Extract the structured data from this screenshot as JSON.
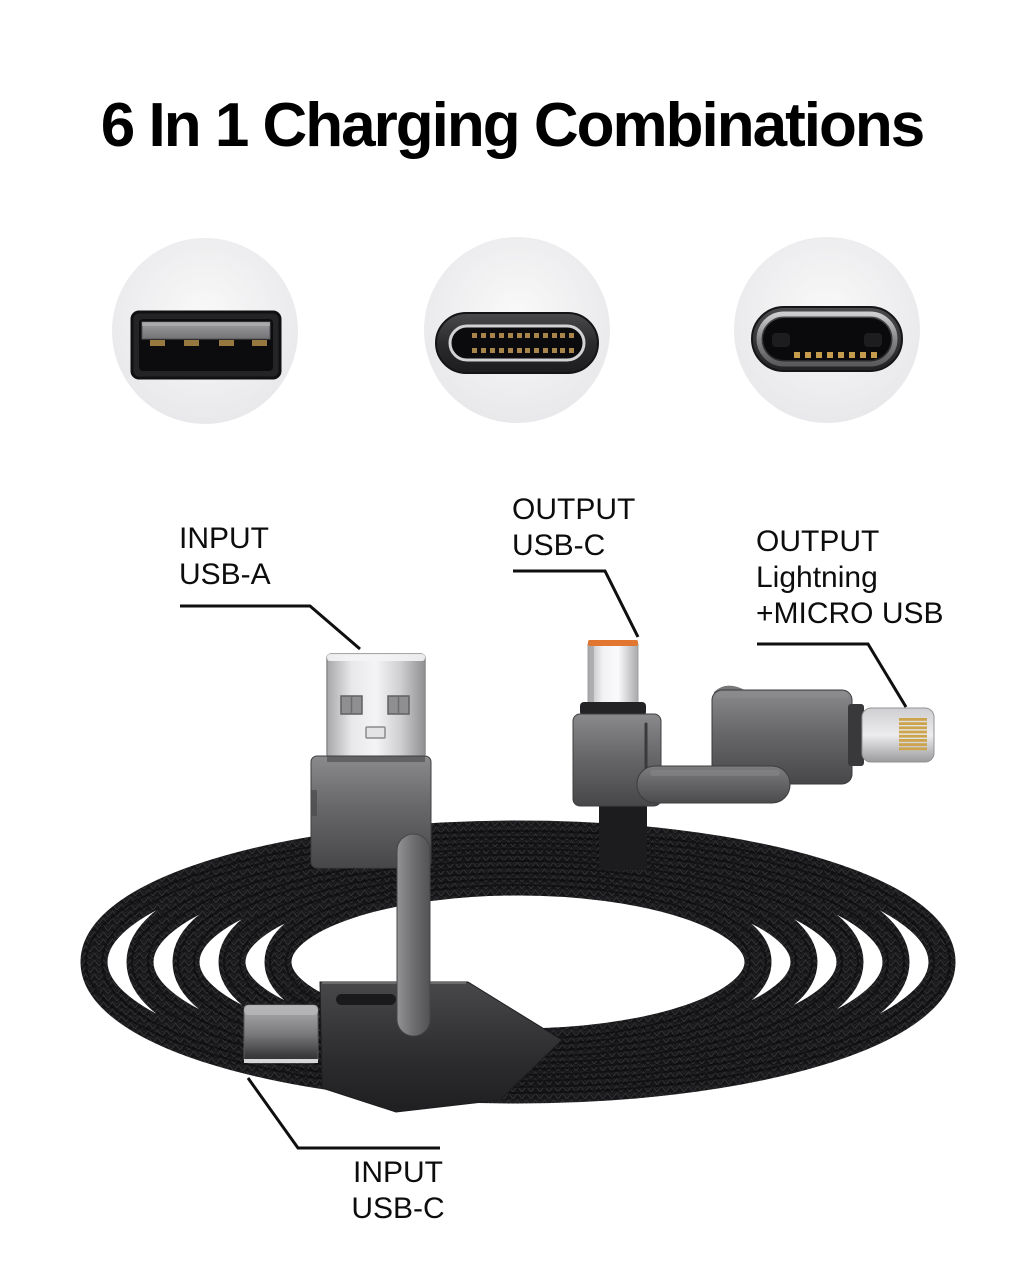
{
  "title": "6 In 1 Charging Combinations",
  "port_circles": {
    "left": {
      "icon": "usb-a-port-icon"
    },
    "center": {
      "icon": "usb-c-port-icon"
    },
    "right": {
      "icon": "lightning-port-icon"
    }
  },
  "labels": {
    "input_usb_a": "INPUT\nUSB-A",
    "output_usb_c": "OUTPUT\nUSB-C",
    "output_lightning": "OUTPUT\nLightning\n+MICRO USB",
    "input_usb_c": "INPUT\nUSB-C"
  },
  "colors": {
    "background": "#FFFFFF",
    "text": "#0D0D0D",
    "cable_braid": "#151517",
    "connector_metal": "#D9D9DB",
    "housing_gray": "#68686B",
    "accent_orange": "#E0762F",
    "pin_gold": "#C9A04D"
  }
}
